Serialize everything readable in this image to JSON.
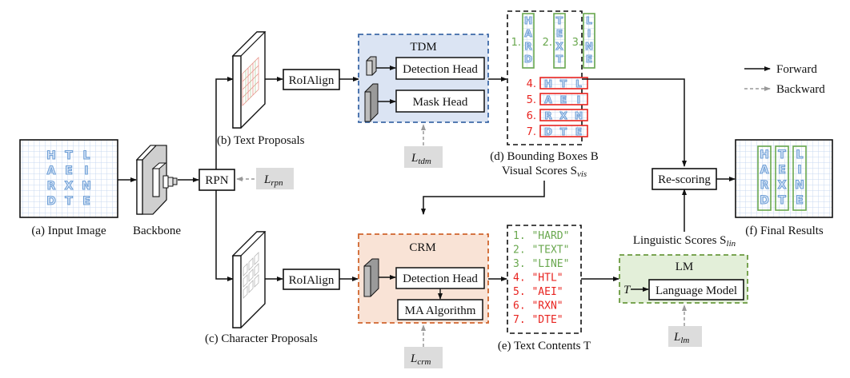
{
  "legend": {
    "forward": "Forward",
    "backward": "Backward"
  },
  "input_image": {
    "caption": "(a) Input Image",
    "grid_letters": [
      [
        "H",
        "T",
        "L"
      ],
      [
        "A",
        "E",
        "I"
      ],
      [
        "R",
        "X",
        "N"
      ],
      [
        "D",
        "T",
        "E"
      ]
    ]
  },
  "backbone": {
    "caption": "Backbone"
  },
  "rpn": {
    "label": "RPN",
    "loss": "L",
    "loss_sub": "rpn"
  },
  "text_proposals": {
    "caption": "(b) Text Proposals"
  },
  "char_proposals": {
    "caption": "(c) Character Proposals"
  },
  "roialign_top": {
    "label": "RoIAlign"
  },
  "roialign_bottom": {
    "label": "RoIAlign"
  },
  "tdm": {
    "title": "TDM",
    "detection_head": "Detection Head",
    "mask_head": "Mask Head",
    "loss": "L",
    "loss_sub": "tdm",
    "border_color": "#3e6aa8",
    "fill_color": "#dbe4f3"
  },
  "crm": {
    "title": "CRM",
    "detection_head": "Detection Head",
    "ma_algorithm": "MA Algorithm",
    "loss": "L",
    "loss_sub": "crm",
    "border_color": "#d0652e",
    "fill_color": "#f9e3d6"
  },
  "bounding_boxes": {
    "caption": "(d) Bounding Boxes B",
    "caption2": "Visual Scores S",
    "caption2_sub": "vis",
    "vertical": [
      {
        "index": "1.",
        "letters": [
          "H",
          "A",
          "R",
          "D"
        ]
      },
      {
        "index": "2.",
        "letters": [
          "T",
          "E",
          "X",
          "T"
        ]
      },
      {
        "index": "3.",
        "letters": [
          "L",
          "I",
          "N",
          "E"
        ]
      }
    ],
    "horizontal": [
      {
        "index": "4.",
        "letters": [
          "H",
          "T",
          "L"
        ]
      },
      {
        "index": "5.",
        "letters": [
          "A",
          "E",
          "I"
        ]
      },
      {
        "index": "6.",
        "letters": [
          "R",
          "X",
          "N"
        ]
      },
      {
        "index": "7.",
        "letters": [
          "D",
          "T",
          "E"
        ]
      }
    ],
    "correct_color": "#6aa84f",
    "wrong_color": "#e8231f"
  },
  "text_contents": {
    "caption": "(e) Text Contents T",
    "items": [
      {
        "text": "1. \"HARD\"",
        "correct": true
      },
      {
        "text": "2. \"TEXT\"",
        "correct": true
      },
      {
        "text": "3. \"LINE\"",
        "correct": true
      },
      {
        "text": "4. \"HTL\"",
        "correct": false
      },
      {
        "text": "5. \"AEI\"",
        "correct": false
      },
      {
        "text": "6. \"RXN\"",
        "correct": false
      },
      {
        "text": "7. \"DTE\"",
        "correct": false
      }
    ]
  },
  "lm": {
    "title": "LM",
    "input_label": "T",
    "language_model": "Language Model",
    "loss": "L",
    "loss_sub": "lm",
    "scores_label": "Linguistic Scores S",
    "scores_sub": "lin",
    "border_color": "#6a9a3e",
    "fill_color": "#e3efd9"
  },
  "rescoring": {
    "label": "Re-scoring"
  },
  "final_results": {
    "caption": "(f) Final Results",
    "columns": [
      [
        "H",
        "A",
        "R",
        "D"
      ],
      [
        "T",
        "E",
        "X",
        "T"
      ],
      [
        "L",
        "I",
        "N",
        "E"
      ]
    ]
  }
}
